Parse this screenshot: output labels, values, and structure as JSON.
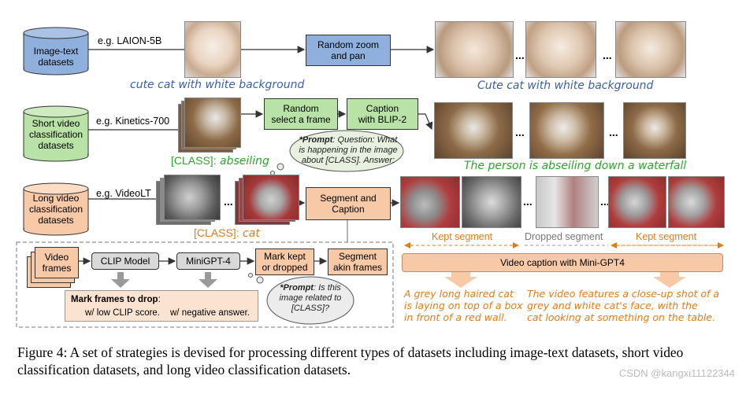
{
  "row1": {
    "source_label": "Image-text\ndatasets",
    "example": "e.g. LAION-5B",
    "box": "Random zoom\nand pan",
    "input_caption": "cute cat with white background",
    "output_caption": "Cute cat with white background",
    "ellipsis_1": "...",
    "ellipsis_2": "..."
  },
  "row2": {
    "source_label": "Short video\nclassification\ndatasets",
    "example": "e.g. Kinetics-700",
    "box1": "Random\nselect a frame",
    "box2": "Caption\nwith BLIP-2",
    "prompt_bold": "*Prompt",
    "prompt_rest": ": Question: What is happening in the image about [CLASS]. Answer:",
    "class_label_tag": "[CLASS]:",
    "class_label_value": "abseiling",
    "output_caption": "The person is abseiling down a waterfall",
    "ellipsis_1": "...",
    "ellipsis_2": "..."
  },
  "row3": {
    "source_label": "Long video\nclassification\ndatasets",
    "example": "e.g. VideoLT",
    "box": "Segment and\nCaption",
    "ellipsis": "...",
    "class_label_tag": "[CLASS]:",
    "class_label_value": "cat",
    "kept_1": "Kept segment",
    "dropped": "Dropped segment",
    "kept_2": "Kept segment",
    "ellipsis_out_1": "...",
    "ellipsis_out_2": "...",
    "caption_bar": "Video caption with Mini-GPT4",
    "caption_left": "A grey long haired cat\nis laying on top of a box\nin front of a red wall.",
    "caption_right": "The video features a close-up shot of a\ngrey and white cat's face, with the\ncat looking at something on the table."
  },
  "detail": {
    "frames": "Video\nframes",
    "clip": "CLIP Model",
    "minigpt": "MiniGPT-4",
    "mark": "Mark kept\nor dropped",
    "segment": "Segment\nakin frames",
    "drop_title": "Mark frames to drop",
    "drop_colon": ":",
    "drop_low": "w/ low CLIP score.",
    "drop_neg": "w/ negative answer.",
    "prompt_bold": "*Prompt",
    "prompt_rest": ": Is this image related to [CLASS]?"
  },
  "figure_caption": "Figure 4: A set of strategies is devised for processing different types of datasets including image-text datasets, short video classification datasets, and long video classification datasets.",
  "watermark": "CSDN @kangxi11122344",
  "colors": {
    "blue": "#8fb0dc",
    "green": "#b9e3a6",
    "orange": "#f7c9a6",
    "caption_blue": "#3a5ea8",
    "caption_green": "#2aa52a",
    "caption_orange": "#e07b1c"
  }
}
